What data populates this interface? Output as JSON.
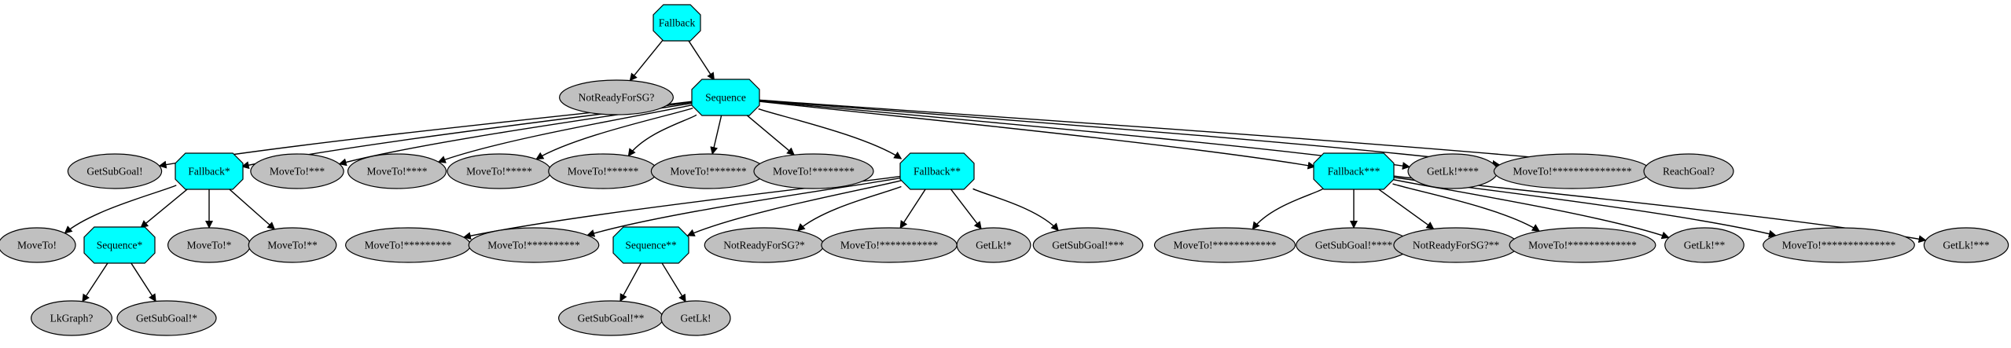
{
  "colors": {
    "control_fill": "#00ffff",
    "leaf_fill": "#c0c0c0",
    "stroke": "#000000",
    "background": "#ffffff"
  },
  "nodes": {
    "root": {
      "label": "Fallback",
      "kind": "control"
    },
    "n1": {
      "label": "NotReadyForSG?",
      "kind": "leaf"
    },
    "seq": {
      "label": "Sequence",
      "kind": "control"
    },
    "l1": {
      "label": "GetSubGoal!",
      "kind": "leaf"
    },
    "fb1": {
      "label": "Fallback*",
      "kind": "control"
    },
    "l3": {
      "label": "MoveTo!***",
      "kind": "leaf"
    },
    "l4": {
      "label": "MoveTo!****",
      "kind": "leaf"
    },
    "l5": {
      "label": "MoveTo!*****",
      "kind": "leaf"
    },
    "l6": {
      "label": "MoveTo!******",
      "kind": "leaf"
    },
    "l7": {
      "label": "MoveTo!*******",
      "kind": "leaf"
    },
    "l8": {
      "label": "MoveTo!********",
      "kind": "leaf"
    },
    "fb2": {
      "label": "Fallback**",
      "kind": "control"
    },
    "fb3": {
      "label": "Fallback***",
      "kind": "control"
    },
    "l11": {
      "label": "GetLk!****",
      "kind": "leaf"
    },
    "l12": {
      "label": "MoveTo!***************",
      "kind": "leaf"
    },
    "l13": {
      "label": "ReachGoal?",
      "kind": "leaf"
    },
    "a1": {
      "label": "MoveTo!",
      "kind": "leaf"
    },
    "seq1": {
      "label": "Sequence*",
      "kind": "control"
    },
    "a3": {
      "label": "MoveTo!*",
      "kind": "leaf"
    },
    "a4": {
      "label": "MoveTo!**",
      "kind": "leaf"
    },
    "s1": {
      "label": "LkGraph?",
      "kind": "leaf"
    },
    "s2": {
      "label": "GetSubGoal!*",
      "kind": "leaf"
    },
    "b1": {
      "label": "MoveTo!*********",
      "kind": "leaf"
    },
    "b2": {
      "label": "MoveTo!**********",
      "kind": "leaf"
    },
    "seq2": {
      "label": "Sequence**",
      "kind": "control"
    },
    "b4": {
      "label": "NotReadyForSG?*",
      "kind": "leaf"
    },
    "b5": {
      "label": "MoveTo!***********",
      "kind": "leaf"
    },
    "b6": {
      "label": "GetLk!*",
      "kind": "leaf"
    },
    "b7": {
      "label": "GetSubGoal!***",
      "kind": "leaf"
    },
    "t1": {
      "label": "GetSubGoal!**",
      "kind": "leaf"
    },
    "t2": {
      "label": "GetLk!",
      "kind": "leaf"
    },
    "c1": {
      "label": "MoveTo!************",
      "kind": "leaf"
    },
    "c2": {
      "label": "GetSubGoal!****",
      "kind": "leaf"
    },
    "c3": {
      "label": "NotReadyForSG?**",
      "kind": "leaf"
    },
    "c4": {
      "label": "MoveTo!*************",
      "kind": "leaf"
    },
    "c5": {
      "label": "GetLk!**",
      "kind": "leaf"
    },
    "c6": {
      "label": "MoveTo!**************",
      "kind": "leaf"
    },
    "c7": {
      "label": "GetLk!***",
      "kind": "leaf"
    }
  },
  "edges": [
    [
      "root",
      "n1"
    ],
    [
      "root",
      "seq"
    ],
    [
      "seq",
      "l1"
    ],
    [
      "seq",
      "fb1"
    ],
    [
      "seq",
      "l3"
    ],
    [
      "seq",
      "l4"
    ],
    [
      "seq",
      "l5"
    ],
    [
      "seq",
      "l6"
    ],
    [
      "seq",
      "l7"
    ],
    [
      "seq",
      "l8"
    ],
    [
      "seq",
      "fb2"
    ],
    [
      "seq",
      "fb3"
    ],
    [
      "seq",
      "l11"
    ],
    [
      "seq",
      "l12"
    ],
    [
      "seq",
      "l13"
    ],
    [
      "fb1",
      "a1"
    ],
    [
      "fb1",
      "seq1"
    ],
    [
      "fb1",
      "a3"
    ],
    [
      "fb1",
      "a4"
    ],
    [
      "seq1",
      "s1"
    ],
    [
      "seq1",
      "s2"
    ],
    [
      "fb2",
      "b1"
    ],
    [
      "fb2",
      "b2"
    ],
    [
      "fb2",
      "seq2"
    ],
    [
      "fb2",
      "b4"
    ],
    [
      "fb2",
      "b5"
    ],
    [
      "fb2",
      "b6"
    ],
    [
      "fb2",
      "b7"
    ],
    [
      "seq2",
      "t1"
    ],
    [
      "seq2",
      "t2"
    ],
    [
      "fb3",
      "c1"
    ],
    [
      "fb3",
      "c2"
    ],
    [
      "fb3",
      "c3"
    ],
    [
      "fb3",
      "c4"
    ],
    [
      "fb3",
      "c5"
    ],
    [
      "fb3",
      "c6"
    ],
    [
      "fb3",
      "c7"
    ]
  ]
}
